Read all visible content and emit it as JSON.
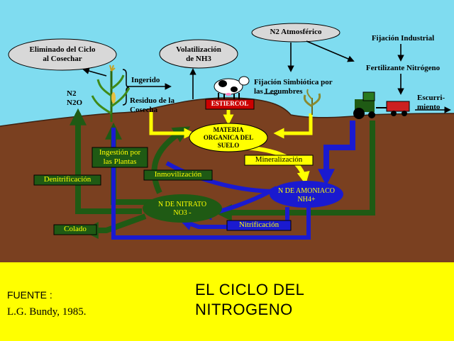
{
  "labels": {
    "eliminado": [
      "Eliminado del Ciclo",
      "al Cosechar"
    ],
    "volatilizacion": [
      "Volatilización",
      "de NH3"
    ],
    "n2_atmosferico": "N2 Atmosférico",
    "fijacion_industrial": "Fijación Industrial",
    "fertilizante": "Fertilizante Nitrógeno",
    "ingerido": "Ingerido",
    "residuo": [
      "Residuo de la",
      "Cosecha"
    ],
    "fijacion_simbiotica": [
      "Fijación Simbiótica por",
      "las Legumbres"
    ],
    "estiercol": "ESTIERCOL",
    "escurrimiento": [
      "Escurri-",
      "miento"
    ],
    "n2_n2o": [
      "N2",
      "N2O"
    ],
    "materia_organica": [
      "MATERIA",
      "ORGANICA DEL",
      "SUELO"
    ],
    "ingestion": [
      "Ingestión por",
      "las Plantas"
    ],
    "mineralizacion": "Mineralización",
    "denitrificacion": "Denitrificación",
    "inmovilizacion": "Inmovilización",
    "n_amoniaco": [
      "N DE AMONIACO",
      "NH4+"
    ],
    "n_nitrato": [
      "N DE NITRATO",
      "NO3 -"
    ],
    "nitrificacion": "Nitrificación",
    "colado": "Colado"
  },
  "footer": {
    "fuente_label": "FUENTE :",
    "fuente_value": "L.G. Bundy, 1985.",
    "title_line1": "EL CICLO DEL",
    "title_line2": "NITROGENO"
  }
}
